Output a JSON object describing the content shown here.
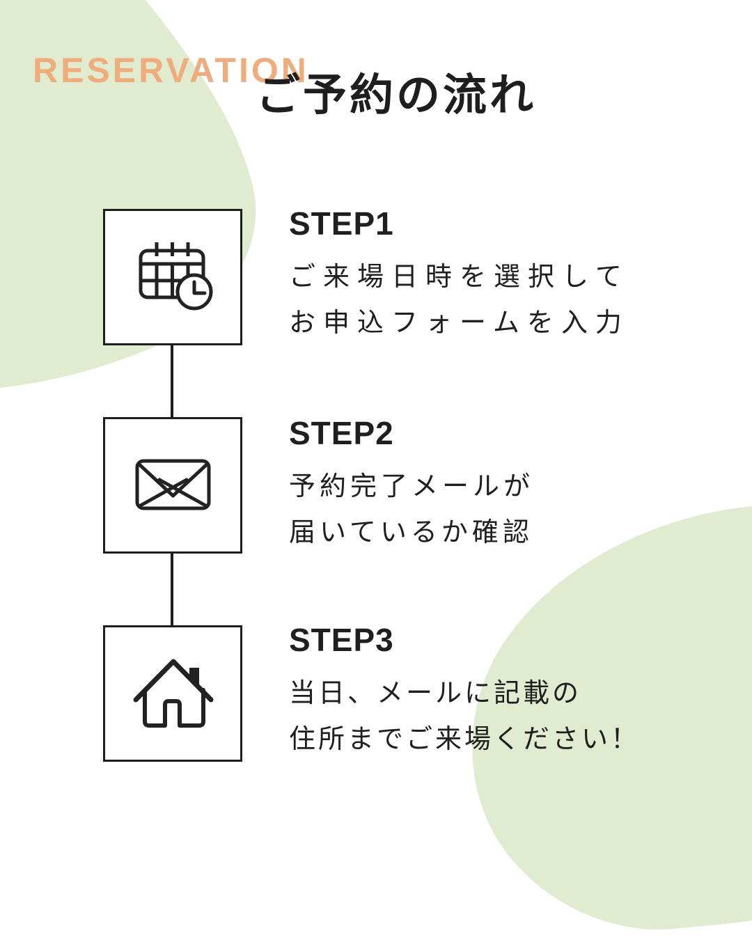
{
  "page": {
    "eyebrow": "RESERVATION",
    "title": "ご予約の流れ",
    "colors": {
      "accent_orange": "#EFAC7C",
      "blob_green": "#E0EBCF",
      "ink": "#1E1E1E",
      "background": "#FFFFFF"
    }
  },
  "steps": [
    {
      "label": "STEP1",
      "icon": "calendar-clock-icon",
      "lines": [
        "ご来場日時を選択して",
        "お申込フォームを入力"
      ]
    },
    {
      "label": "STEP2",
      "icon": "envelope-icon",
      "lines": [
        "予約完了メールが",
        "届いているか確認"
      ]
    },
    {
      "label": "STEP3",
      "icon": "house-icon",
      "lines": [
        "当日、メールに記載の",
        "住所までご来場ください！"
      ]
    }
  ]
}
